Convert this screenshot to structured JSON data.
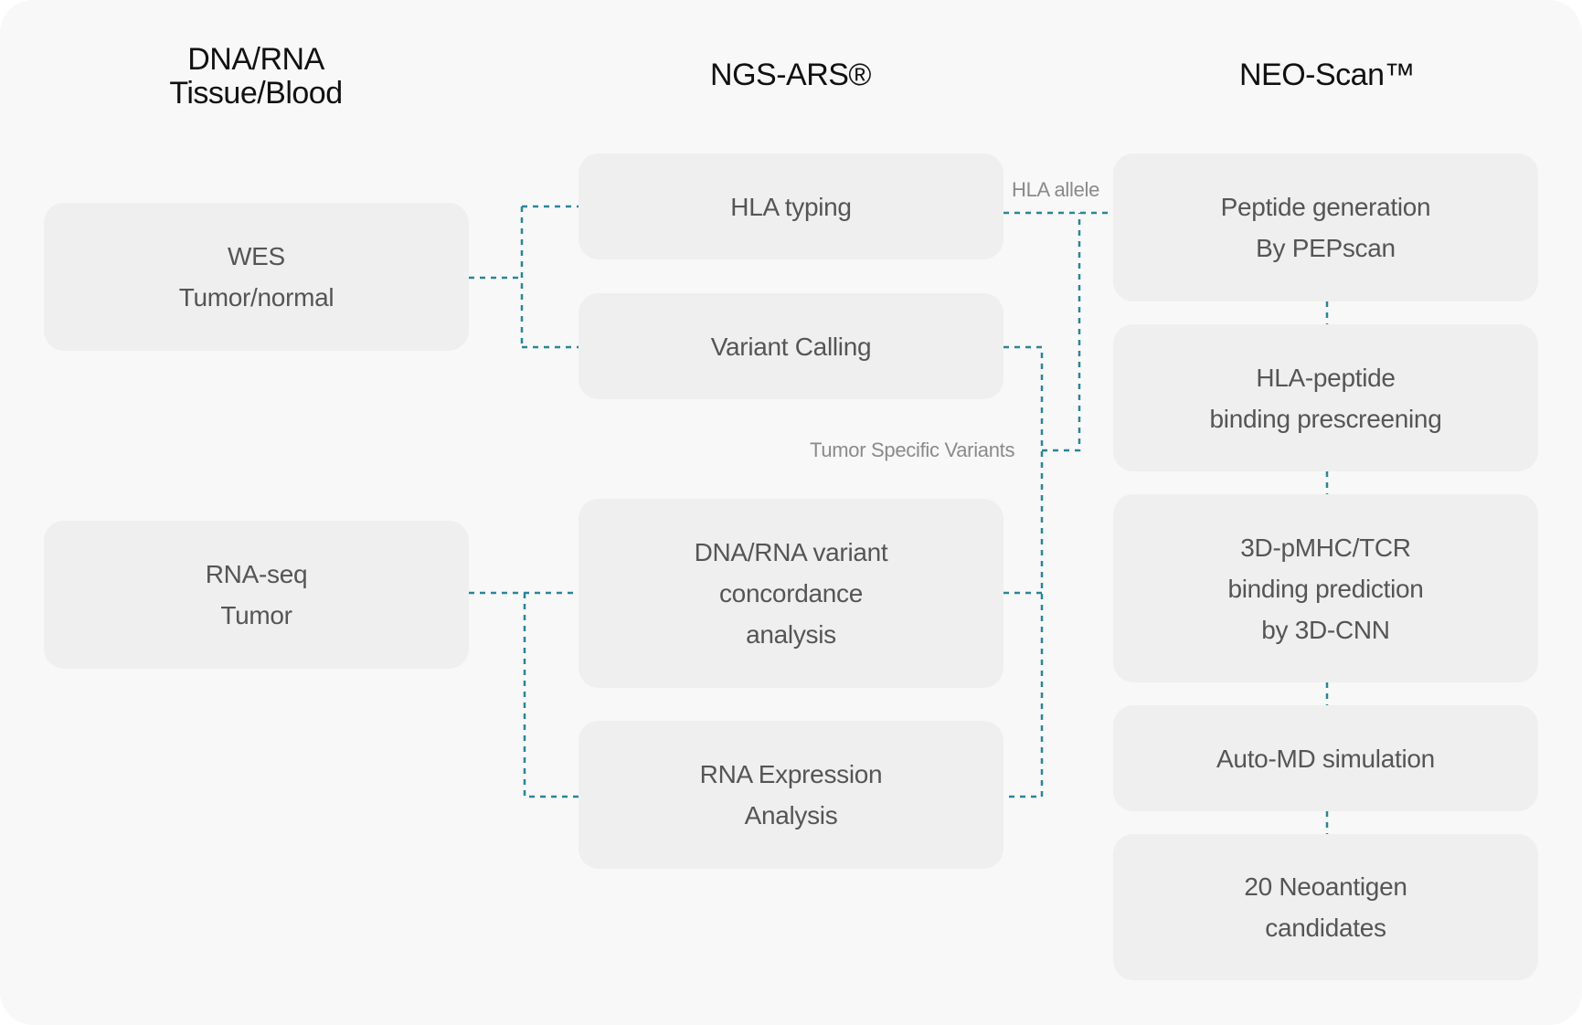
{
  "columns": {
    "input": {
      "title_line1": "DNA/RNA",
      "title_line2": "Tissue/Blood"
    },
    "ngs": {
      "title": "NGS-ARS®"
    },
    "neo": {
      "title": "NEO-Scan™"
    }
  },
  "inputs": {
    "wes": {
      "line1": "WES",
      "line2": "Tumor/normal"
    },
    "rnaseq": {
      "line1": "RNA-seq",
      "line2": "Tumor"
    }
  },
  "ngs_steps": {
    "hla_typing": {
      "line1": "HLA typing"
    },
    "variant_calling": {
      "line1": "Variant Calling"
    },
    "concordance": {
      "line1": "DNA/RNA variant",
      "line2": "concordance",
      "line3": "analysis"
    },
    "expression": {
      "line1": "RNA Expression",
      "line2": "Analysis"
    }
  },
  "neo_steps": {
    "peptide_generation": {
      "line1": "Peptide generation",
      "line2": "By PEPscan"
    },
    "prescreening": {
      "line1": "HLA-peptide",
      "line2": "binding prescreening"
    },
    "prediction": {
      "line1": "3D-pMHC/TCR",
      "line2": "binding prediction",
      "line3": "by 3D-CNN"
    },
    "md_simulation": {
      "line1": "Auto-MD simulation"
    },
    "candidates": {
      "line1": "20 Neoantigen",
      "line2": "candidates"
    }
  },
  "edge_labels": {
    "hla_allele": "HLA allele",
    "tumor_specific_variants": "Tumor Specific Variants"
  },
  "colors": {
    "connector": "#2a8597",
    "box_fill": "#efeff0",
    "background": "#f8f8f8"
  }
}
